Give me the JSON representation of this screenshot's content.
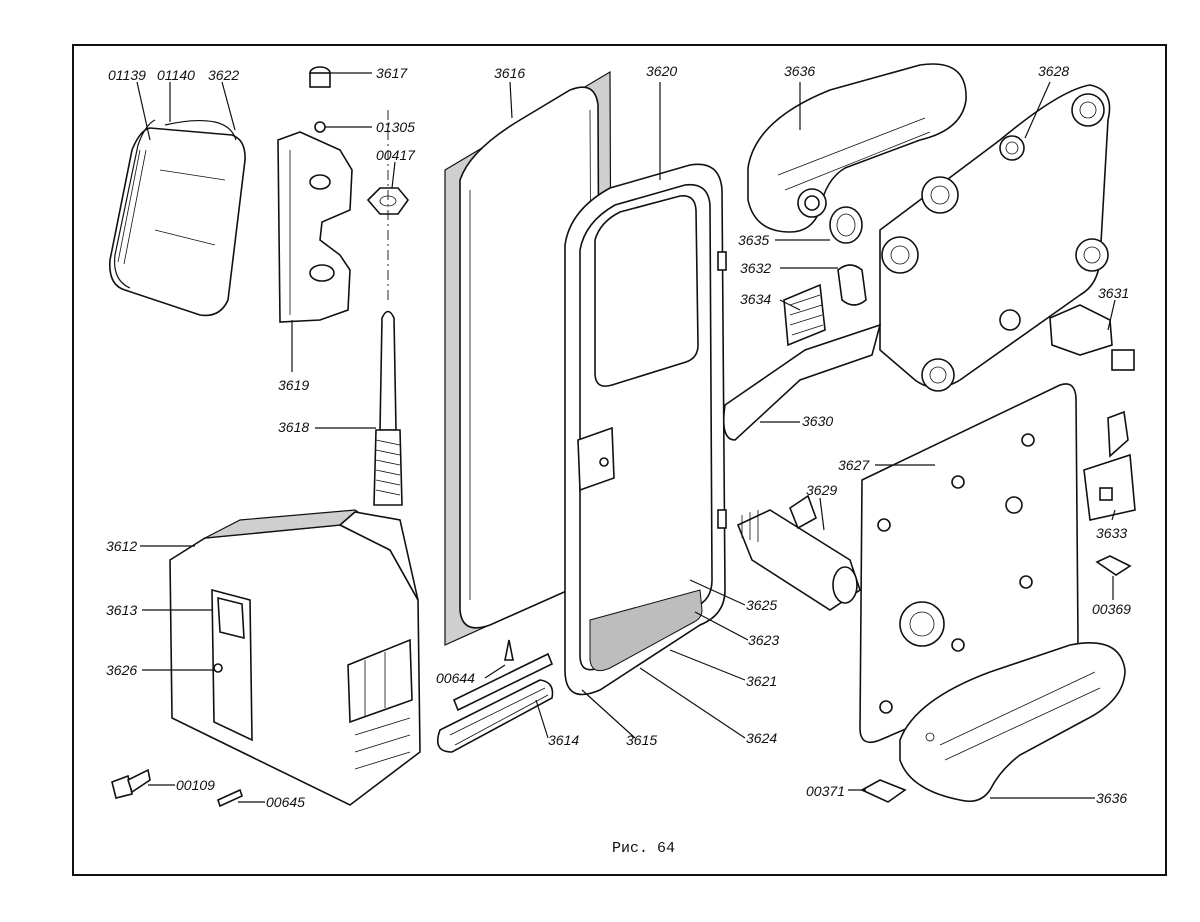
{
  "figure": {
    "caption": "Рис. 64",
    "labels": {
      "l01139": "01139",
      "l01140": "01140",
      "l3622": "3622",
      "l3617": "3617",
      "l01305": "01305",
      "l00417": "00417",
      "l3619": "3619",
      "l3618": "3618",
      "l3616": "3616",
      "l3620": "3620",
      "l3636a": "3636",
      "l3628": "3628",
      "l3635": "3635",
      "l3632": "3632",
      "l3634": "3634",
      "l3631": "3631",
      "l3630": "3630",
      "l3627": "3627",
      "l3629": "3629",
      "l3633": "3633",
      "l3612": "3612",
      "l3613": "3613",
      "l3626": "3626",
      "l00109": "00109",
      "l00645": "00645",
      "l00644": "00644",
      "l3614": "3614",
      "l3615": "3615",
      "l3625": "3625",
      "l3623": "3623",
      "l3621": "3621",
      "l3624": "3624",
      "l00369": "00369",
      "l00371": "00371",
      "l3636b": "3636"
    }
  }
}
